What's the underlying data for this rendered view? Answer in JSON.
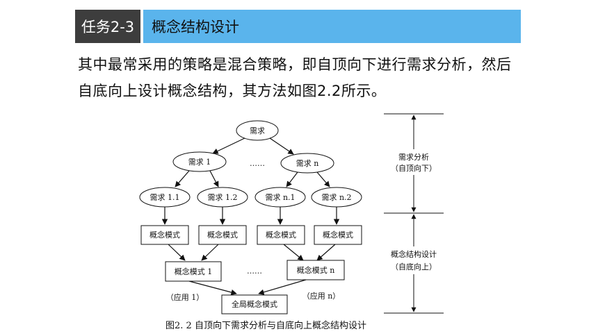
{
  "header": {
    "task_label": "任务2-3",
    "title": "概念结构设计"
  },
  "paragraph": {
    "line1": "其中最常采用的策略是混合策略，即自顶向下进行需求分析，然后",
    "line2": "自底向上设计概念结构，其方法如图2.2所示。"
  },
  "diagram": {
    "requirements": {
      "root": "需求",
      "level1": [
        "需求 1",
        "需求 n"
      ],
      "level2": [
        "需求 1.1",
        "需求 1.2",
        "需求 n.1",
        "需求 n.2"
      ],
      "ellipsis_top": "……"
    },
    "schemas": {
      "level2": [
        "概念模式",
        "概念模式",
        "概念模式",
        "概念模式"
      ],
      "level1": [
        "概念模式 1",
        "概念模式 n"
      ],
      "ellipsis_mid": "……",
      "global": "全局概念模式",
      "apply_left": "（应用 1）",
      "apply_right": "（应用 n）"
    },
    "side": {
      "top_title": "需求分析",
      "top_sub": "（自顶向下）",
      "bottom_title": "概念结构设计",
      "bottom_sub": "（自底向上）"
    },
    "caption": "图2. 2    自顶向下需求分析与自底向上概念结构设计"
  }
}
